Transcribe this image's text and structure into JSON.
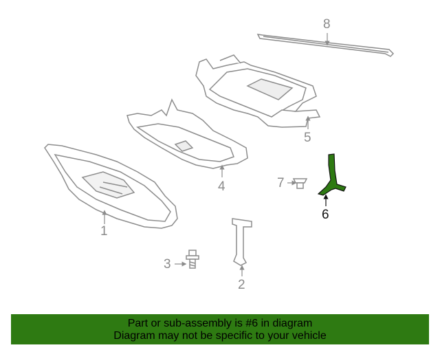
{
  "callouts": {
    "c1": "1",
    "c2": "2",
    "c3": "3",
    "c4": "4",
    "c5": "5",
    "c6": "6",
    "c7": "7",
    "c8": "8"
  },
  "highlight_part": "6",
  "colors": {
    "line": "#8c8c8c",
    "highlight_fill": "#2e7a12",
    "banner_bg": "#2e7a12"
  },
  "banner": {
    "line1": "Part or sub-assembly is #6 in diagram",
    "line2": "Diagram may not be specific to your vehicle"
  }
}
